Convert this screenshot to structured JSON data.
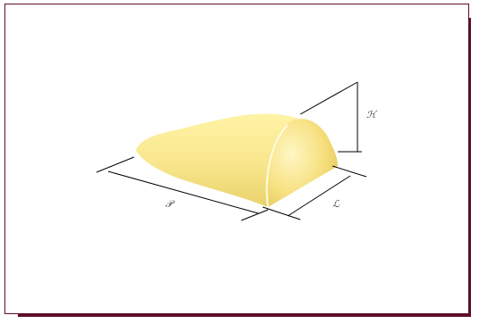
{
  "diagram": {
    "labels": {
      "length": "𝒫",
      "width": "ℒ",
      "height": "ℋ"
    },
    "colors": {
      "frame": "#5e0d28",
      "object_light": "#fff7b8",
      "object_mid": "#f7e685",
      "object_dark": "#e0c85a",
      "dimension_lines": "#000000"
    }
  }
}
